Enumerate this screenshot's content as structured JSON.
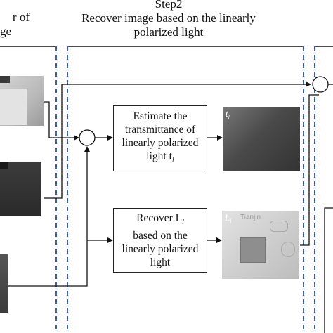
{
  "step1": {
    "header_line1": "r of",
    "header_line2": "ge"
  },
  "step2": {
    "title": "Step2",
    "subtitle_line1": "Recover image based on the linearly",
    "subtitle_line2": "polarized light"
  },
  "boxes": {
    "estimate": {
      "line1": "Estimate the",
      "line2": "transmittance of",
      "line3": "linearly polarized",
      "line4": "light t",
      "line4_sub": "l"
    },
    "recover": {
      "line1": "Recover L",
      "line1_sub": "l",
      "line2": "based on the",
      "line3": "linearly polarized",
      "line4": "light"
    }
  },
  "images": {
    "t_label": "t",
    "t_sub": "l",
    "l_label": "L",
    "l_sub": "l",
    "l_watermark": "Tianjin"
  },
  "colors": {
    "dashed_line": "#3b5fa8",
    "stroke": "#111111"
  }
}
